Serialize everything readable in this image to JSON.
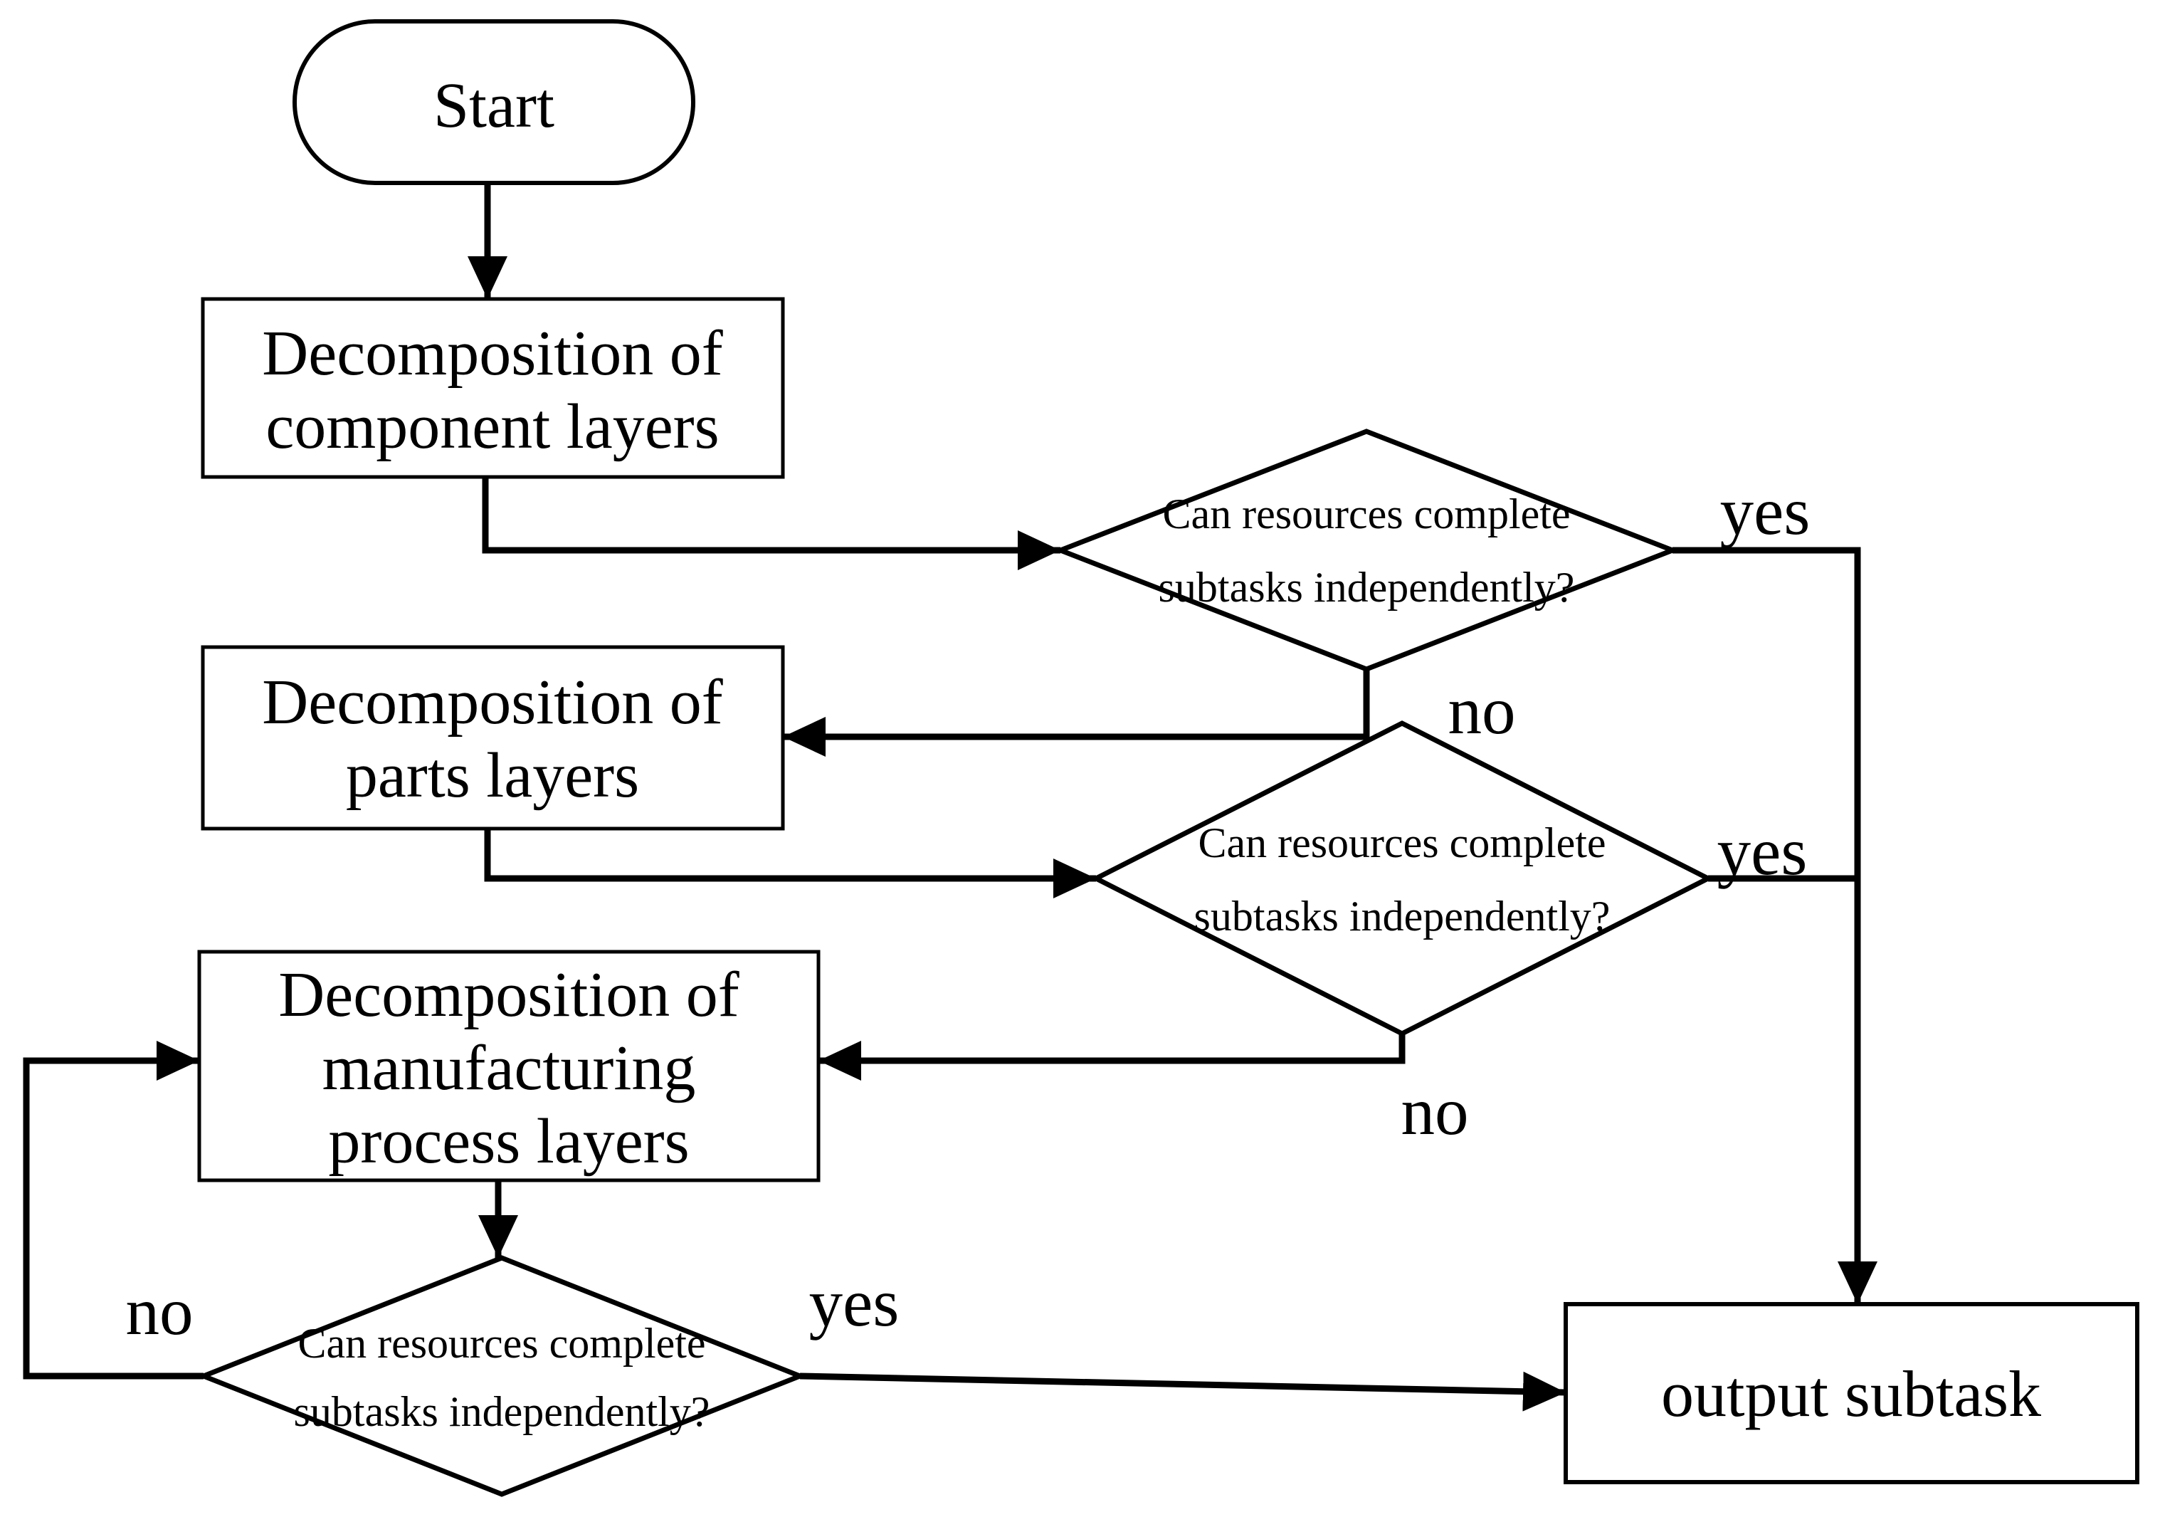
{
  "nodes": {
    "start": {
      "label": "Start"
    },
    "decompose_component": {
      "lines": [
        "Decomposition of",
        "component layers"
      ]
    },
    "decompose_parts": {
      "lines": [
        "Decomposition of",
        "parts layers"
      ]
    },
    "decompose_manufacturing": {
      "lines": [
        "Decomposition of",
        "manufacturing",
        "process layers"
      ]
    },
    "decision_component": {
      "lines": [
        "Can resources complete",
        "subtasks independently?"
      ]
    },
    "decision_parts": {
      "lines": [
        "Can resources complete",
        "subtasks independently?"
      ]
    },
    "decision_process": {
      "lines": [
        "Can resources complete",
        "subtasks independently?"
      ]
    },
    "output": {
      "label": "output subtask"
    }
  },
  "edge_labels": {
    "decision1_yes": "yes",
    "decision1_no": "no",
    "decision2_yes": "yes",
    "decision2_no": "no",
    "decision3_yes": "yes",
    "decision3_no": "no"
  },
  "colors": {
    "line": "#000000",
    "fill": "#ffffff",
    "text": "#000000",
    "background": "#ffffff"
  }
}
